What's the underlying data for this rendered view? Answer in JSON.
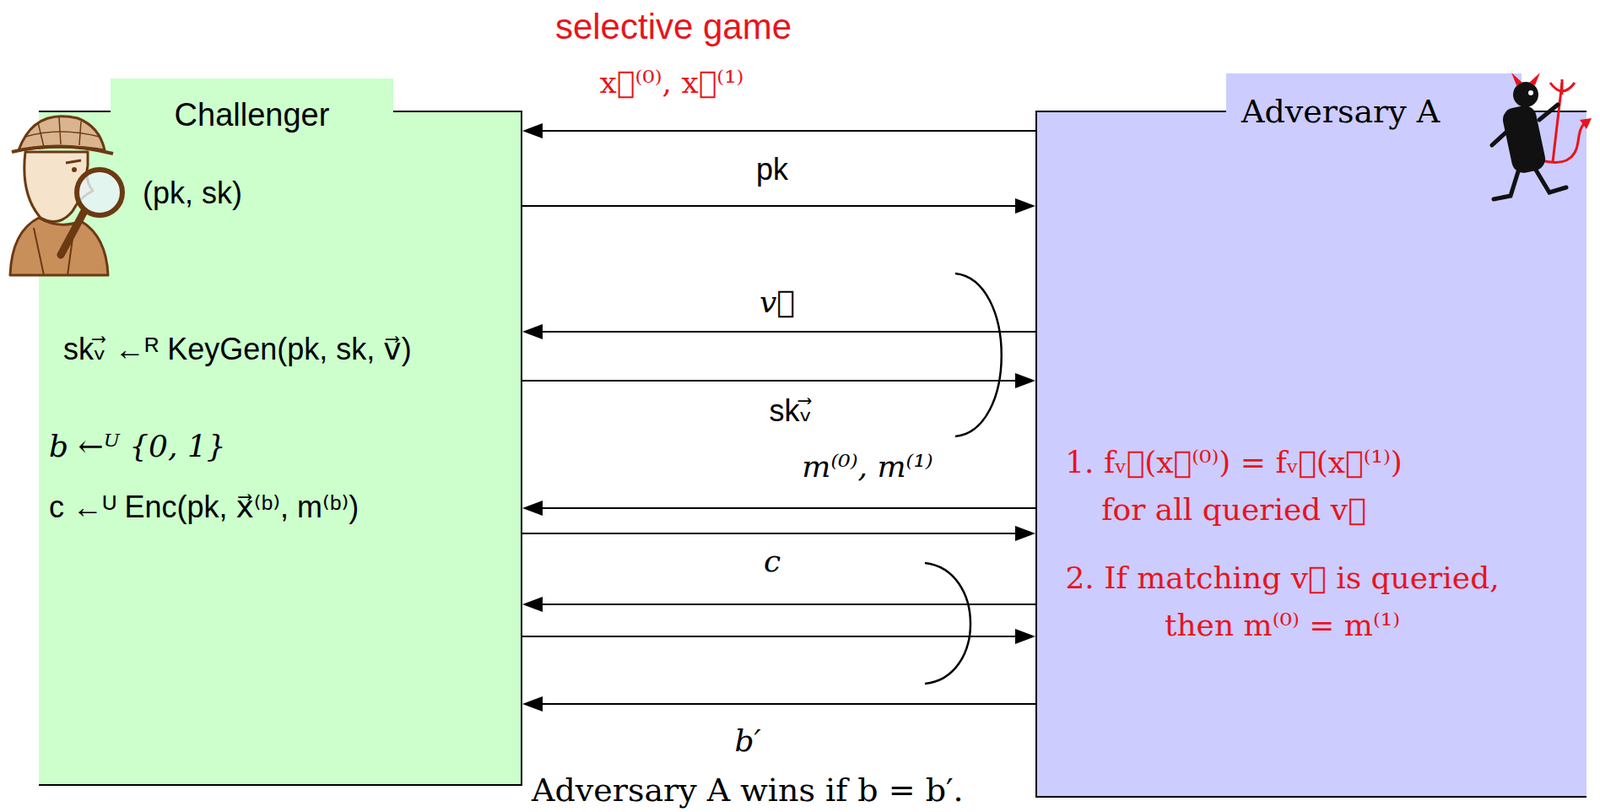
{
  "diagram": {
    "title": "selective game",
    "nodes": [
      {
        "text": [
          "Challenger",
          "(pk, sk)",
          "skᵥ⃗ ←ᴿ KeyGen(pk, sk, v⃗)",
          "b ←ᵁ {0, 1}",
          "c ←ᵁ Enc(pk, x⃗⁽ᵇ⁾, m⁽ᵇ⁾)"
        ]
      },
      {
        "text": [
          "Adversary A",
          "1. fᵥ⃗(x⃗⁽⁰⁾) = fᵥ⃗(x⃗⁽¹⁾) for all queried v⃗",
          "2. If matching v⃗ is queried, then m⁽⁰⁾ = m⁽¹⁾"
        ]
      }
    ],
    "edges": [
      {
        "from": 1,
        "to": 0,
        "arrow": "to",
        "label": "x⃗⁽⁰⁾, x⃗⁽¹⁾"
      },
      {
        "from": 0,
        "to": 1,
        "arrow": "to",
        "label": "pk"
      },
      {
        "from": 1,
        "to": 0,
        "arrow": "to",
        "label": "v⃗"
      },
      {
        "from": 0,
        "to": 1,
        "arrow": "to",
        "label": "skᵥ⃗"
      },
      {
        "from": 1,
        "to": 0,
        "arrow": "to",
        "label": "m⁽⁰⁾, m⁽¹⁾"
      },
      {
        "from": 0,
        "to": 1,
        "arrow": "to",
        "label": "c"
      },
      {
        "from": 1,
        "to": 0,
        "arrow": "to"
      },
      {
        "from": 0,
        "to": 1,
        "arrow": "to"
      },
      {
        "from": 1,
        "to": 0,
        "arrow": "to",
        "label": "b′"
      }
    ],
    "labels": [
      "Adversary A wins if b = b′."
    ]
  }
}
